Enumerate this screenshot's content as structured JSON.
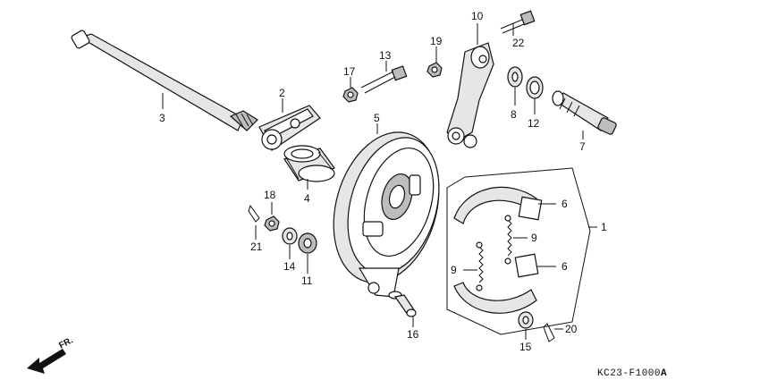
{
  "diagram_code": "KC23-F1000",
  "diagram_code_suffix": "A",
  "direction_label": "FR.",
  "callouts": {
    "p1": "1",
    "p2": "2",
    "p3": "3",
    "p4": "4",
    "p5": "5",
    "p6a": "6",
    "p6b": "6",
    "p7": "7",
    "p8": "8",
    "p9a": "9",
    "p9b": "9",
    "p10": "10",
    "p11": "11",
    "p12": "12",
    "p13": "13",
    "p14": "14",
    "p15": "15",
    "p16": "16",
    "p17": "17",
    "p18": "18",
    "p19": "19",
    "p20": "20",
    "p21": "21",
    "p22": "22"
  }
}
